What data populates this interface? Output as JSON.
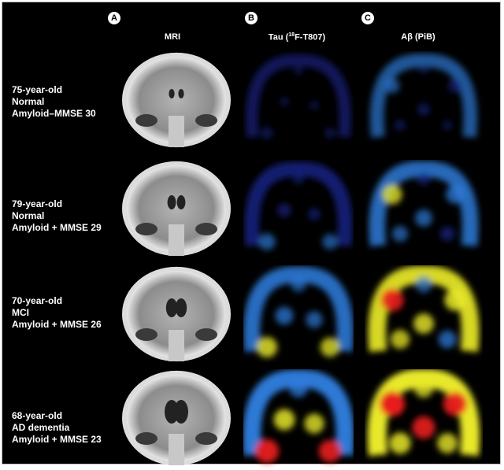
{
  "panels": [
    {
      "letter": "A",
      "title": "MRI"
    },
    {
      "letter": "B",
      "title_prefix": "Tau (",
      "title_sup": "18",
      "title_suffix": "F-T807)"
    },
    {
      "letter": "C",
      "title": "Aβ (PiB)"
    }
  ],
  "rows": [
    {
      "lines": [
        "75-year-old",
        "Normal",
        "Amyloid–MMSE 30"
      ],
      "tau_level": 0.15,
      "amyloid_level": 0.35
    },
    {
      "lines": [
        "79-year-old",
        "Normal",
        "Amyloid + MMSE 29"
      ],
      "tau_level": 0.45,
      "amyloid_level": 0.65
    },
    {
      "lines": [
        "70-year-old",
        "MCI",
        "Amyloid + MMSE 26"
      ],
      "tau_level": 0.7,
      "amyloid_level": 0.85
    },
    {
      "lines": [
        "68-year-old",
        "AD dementia",
        "Amyloid + MMSE 23"
      ],
      "tau_level": 0.9,
      "amyloid_level": 1.0
    }
  ],
  "colors": {
    "background": "#000000",
    "pet_low": "#1b2a9c",
    "pet_mid": "#2f7fe0",
    "pet_high": "#e8e82a",
    "pet_max": "#e81c1c",
    "mri_gray": "#8c8c8c"
  }
}
